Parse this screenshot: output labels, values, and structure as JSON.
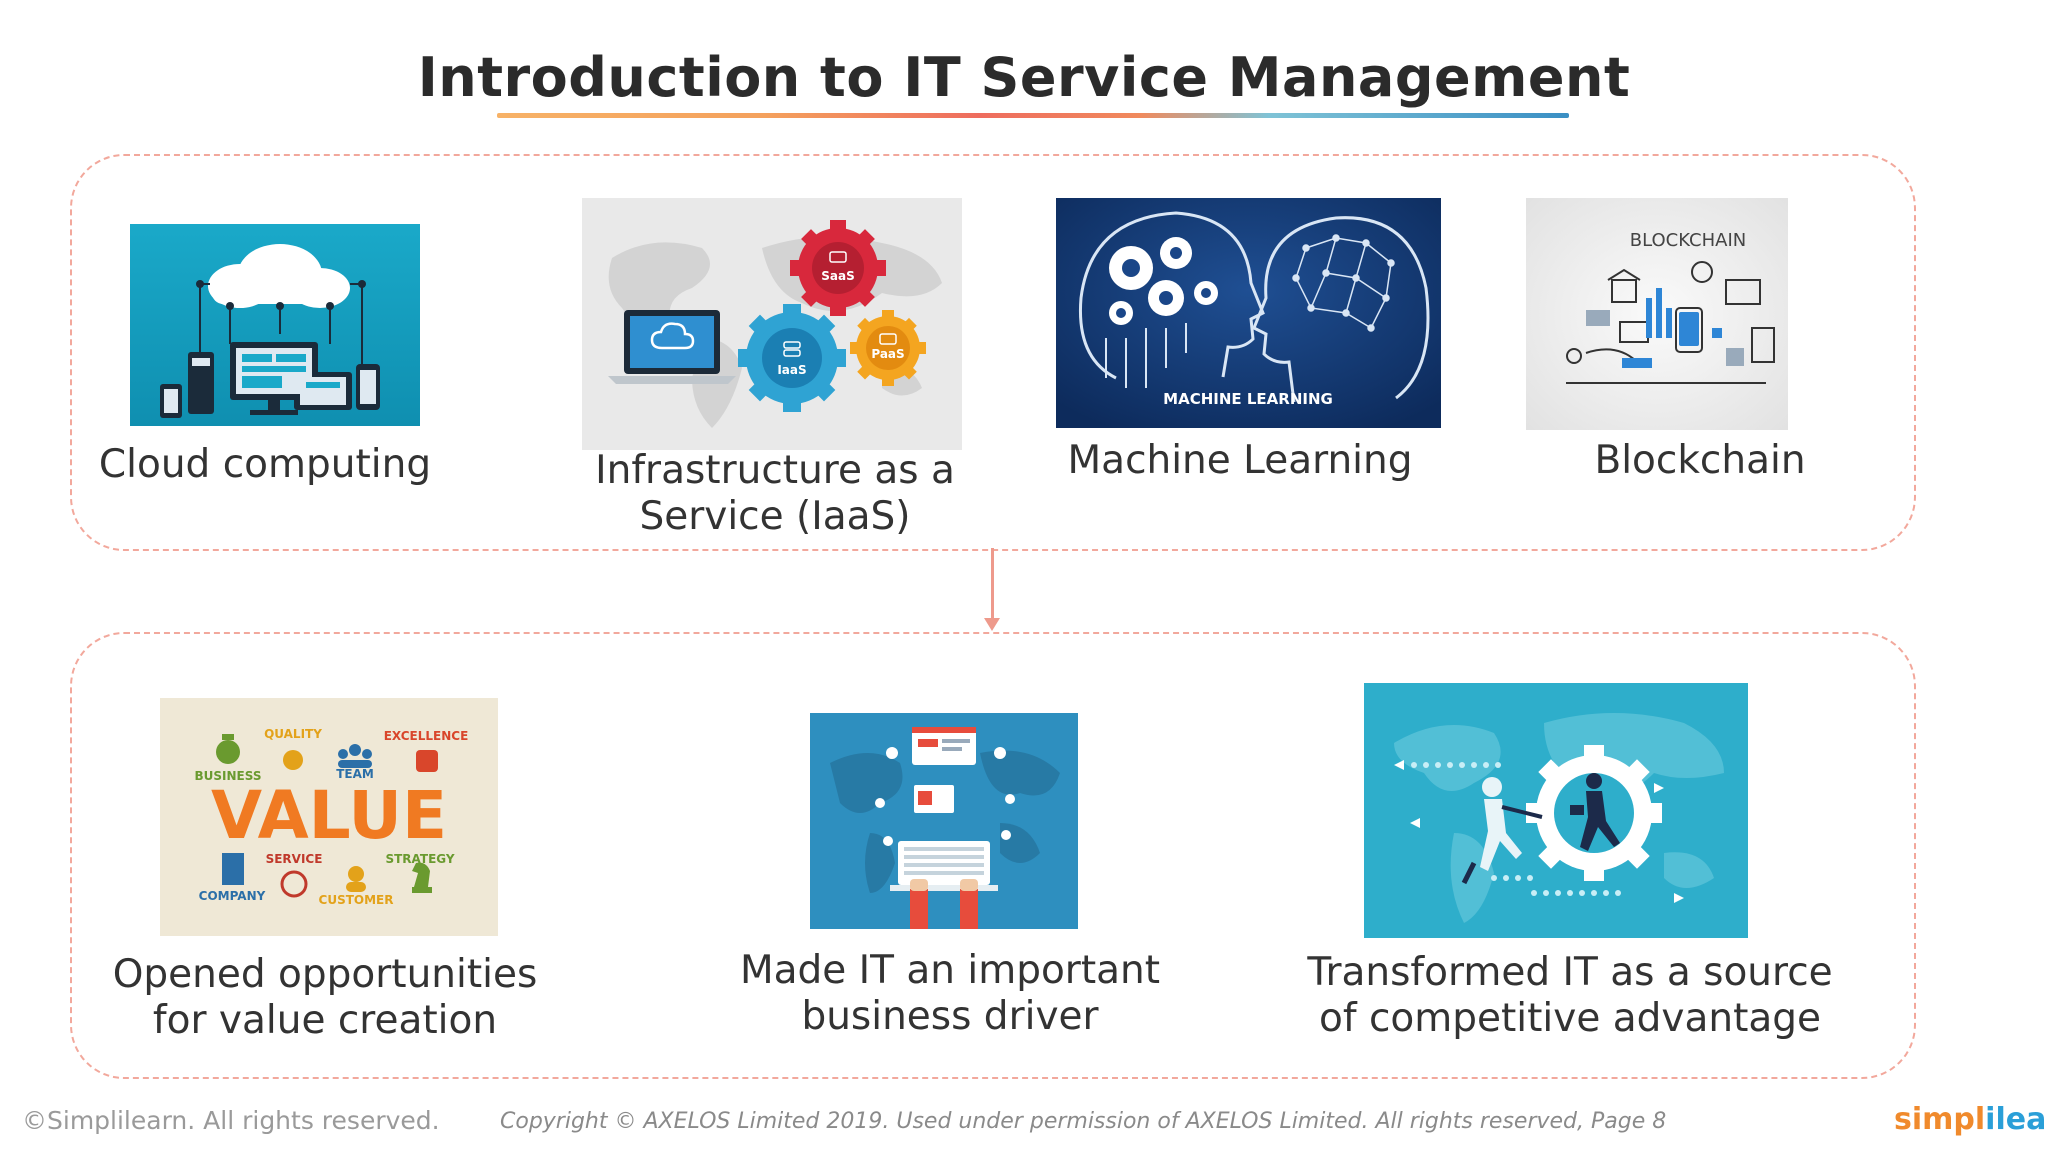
{
  "slide": {
    "title": "Introduction to IT Service Management"
  },
  "top_items": [
    {
      "label": "Cloud computing"
    },
    {
      "label_line1": "Infrastructure as a",
      "label_line2": "Service (IaaS)",
      "badges": [
        "SaaS",
        "IaaS",
        "PaaS"
      ]
    },
    {
      "label": "Machine Learning",
      "image_caption": "MACHINE LEARNING"
    },
    {
      "label": "Blockchain",
      "image_caption": "BLOCKCHAIN"
    }
  ],
  "bottom_items": [
    {
      "label_line1": "Opened opportunities",
      "label_line2": "for value creation",
      "words": {
        "quality": "QUALITY",
        "excellence": "EXCELLENCE",
        "business": "BUSINESS",
        "team": "TEAM",
        "value": "VALUE",
        "service": "SERVICE",
        "strategy": "STRATEGY",
        "company": "COMPANY",
        "customer": "CUSTOMER"
      }
    },
    {
      "label_line1": "Made IT an important",
      "label_line2": "business driver"
    },
    {
      "label_line1": "Transformed IT as a source",
      "label_line2": "of competitive advantage"
    }
  ],
  "footer": {
    "left": "©Simplilearn. All rights reserved.",
    "middle": "Copyright © AXELOS Limited 2019. Used under permission of AXELOS Limited. All rights reserved, Page 8",
    "logo_part1": "simpl",
    "logo_part2": "ilearn"
  },
  "colors": {
    "box_border": "#f2a89c",
    "arrow": "#ee9a8c",
    "logo_orange": "#f08a2c",
    "logo_blue": "#2a9fd8"
  }
}
